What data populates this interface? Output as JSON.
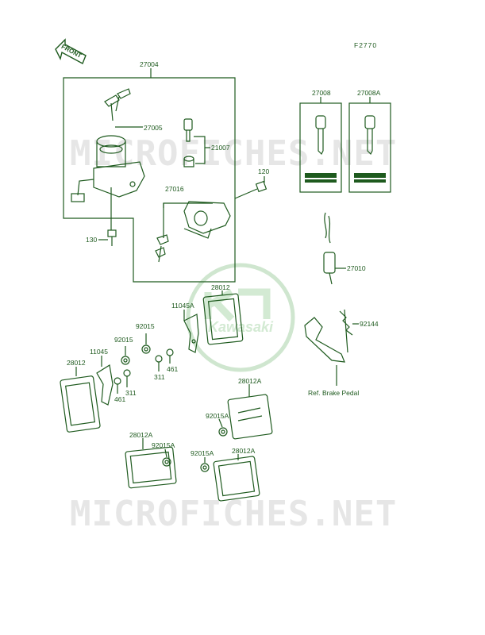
{
  "diagram": {
    "figure_code": "F2770",
    "front_label": "FRONT",
    "logo_text": "Kawasaki",
    "watermark_text": "MICROFICHES.NET",
    "ink_color": "#1e5a1e",
    "labels": {
      "p27004": "27004",
      "p27005": "27005",
      "p21007": "21007",
      "p27016": "27016",
      "p120": "120",
      "p130": "130",
      "p27008": "27008",
      "p27008A": "27008A",
      "p27010": "27010",
      "p92144": "92144",
      "p28012_top": "28012",
      "p11045A": "11045A",
      "p92015_a": "92015",
      "p92015_b": "92015",
      "p11045": "11045",
      "p28012_left": "28012",
      "p461_a": "461",
      "p311_a": "311",
      "p311_b": "311",
      "p461_b": "461",
      "ref_brake": "Ref. Brake Pedal",
      "p28012A_a": "28012A",
      "p92015A_a": "92015A",
      "p28012A_b": "28012A",
      "p92015A_b": "92015A",
      "p92015A_c": "92015A",
      "p28012A_c": "28012A"
    }
  }
}
